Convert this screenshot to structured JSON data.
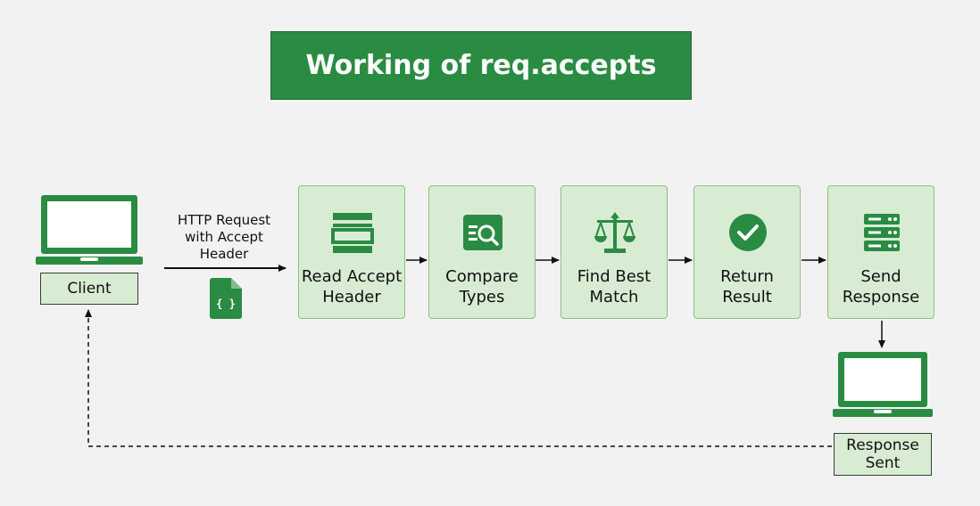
{
  "title": "Working of req.accepts",
  "client": {
    "label": "Client"
  },
  "request": {
    "label": "HTTP Request\nwith Accept\nHeader",
    "file_icon_glyph": "{ }"
  },
  "steps": [
    {
      "label": "Read Accept\nHeader",
      "icon": "header-window-icon"
    },
    {
      "label": "Compare\nTypes",
      "icon": "search-compare-icon"
    },
    {
      "label": "Find Best\nMatch",
      "icon": "balance-scale-icon"
    },
    {
      "label": "Return\nResult",
      "icon": "check-circle-icon"
    },
    {
      "label": "Send\nResponse",
      "icon": "server-stack-icon"
    }
  ],
  "response": {
    "label": "Response\nSent"
  },
  "colors": {
    "green": "#2a8b43",
    "light_green": "#d8ecd3",
    "background": "#f2f2f2"
  }
}
